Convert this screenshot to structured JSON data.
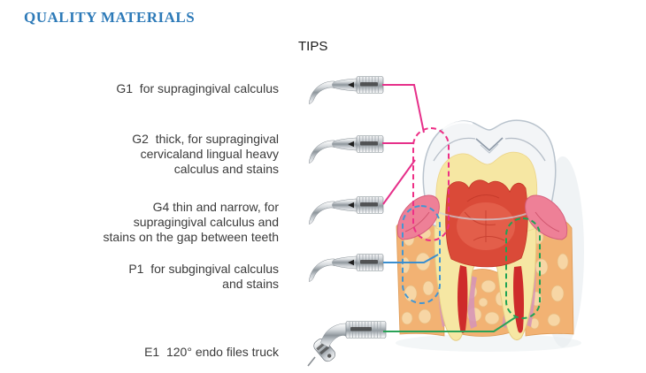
{
  "header": {
    "title": "QUALITY MATERIALS",
    "color": "#2d7ab8"
  },
  "section": {
    "label": "TIPS"
  },
  "tips": [
    {
      "id": "G1",
      "lines": [
        "G1  for supragingival calculus"
      ],
      "connector_color": "#e6308a"
    },
    {
      "id": "G2",
      "lines": [
        "G2  thick, for supragingival",
        "cervicaland lingual heavy",
        "calculus and stains"
      ],
      "connector_color": "#e6308a"
    },
    {
      "id": "G4",
      "lines": [
        "G4 thin and narrow, for",
        "supragingival calculus and",
        "stains on the gap between teeth"
      ],
      "connector_color": "#e6308a"
    },
    {
      "id": "P1",
      "lines": [
        "P1  for subgingival calculus",
        "and stains"
      ],
      "connector_color": "#3a8ecf"
    },
    {
      "id": "E1",
      "lines": [
        "E1  120° endo files truck"
      ],
      "connector_color": "#2aa258"
    }
  ],
  "diagram": {
    "regions": [
      {
        "name": "supragingival-cervical-region",
        "color": "#ee2f86",
        "style": "dashed"
      },
      {
        "name": "subgingival-pocket-region",
        "color": "#4496d2",
        "style": "dashed"
      },
      {
        "name": "root-canal-region",
        "color": "#1fa355",
        "style": "dashed"
      }
    ],
    "tooth_colors": {
      "enamel": "#f3f5f7",
      "dentin": "#f6e7a3",
      "pulp": "#da4a38",
      "root_canal": "#ce2b2b",
      "gum": "#ee8097",
      "bone": "#f2b273",
      "ligament": "#d796b6"
    }
  }
}
